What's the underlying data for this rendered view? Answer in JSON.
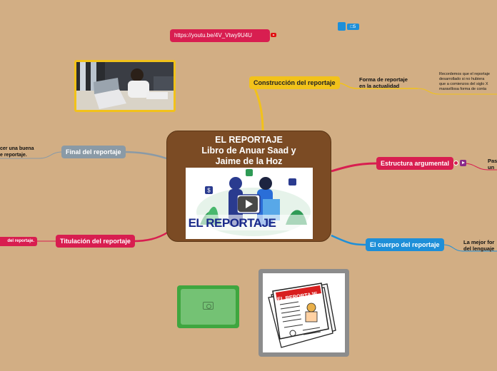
{
  "center": {
    "title_line1": "EL REPORTAJE",
    "title_line2": "Libro de Anuar Saad y",
    "title_line3": "Jaime de la Hoz",
    "video_caption": "EL REPORTAJE"
  },
  "link": {
    "url": "https://youtu.be/4V_Vtwy9U4U"
  },
  "comment_badge": {
    "count": "5"
  },
  "topics": {
    "construccion": "Construcción del reportaje",
    "estructura": "Estructura argumental",
    "cuerpo": "El cuerpo del reportaje",
    "final": "Final del reportaje",
    "titulacion": "Titulación del reportaje"
  },
  "subtopics": {
    "forma_line1": "Forma de reportaje",
    "forma_line2": "en la actualidad",
    "recordemos_1": "Recordemos que el reportaje",
    "recordemos_2": "desarrollado si no hubiera",
    "recordemos_3": "que a comienzos del siglo X",
    "recordemos_4": "maravillosa forma de conta",
    "pas_1": "Pas",
    "pas_2": "un",
    "mejor_1": "La mejor for",
    "mejor_2": "del lenguaje",
    "final_1": "cer una buena",
    "final_2": "e reportaje.",
    "titulacion_child": "del reportaje."
  },
  "images": {
    "newspaper_headline": "EL REPORTAJE"
  },
  "colors": {
    "background": "#d2ae84",
    "center_fill": "#7b4b24",
    "construccion": "#f2c21a",
    "estructura": "#d81e50",
    "cuerpo": "#1e8fd8",
    "final": "#8a9aa6",
    "titulacion": "#d81e50"
  }
}
